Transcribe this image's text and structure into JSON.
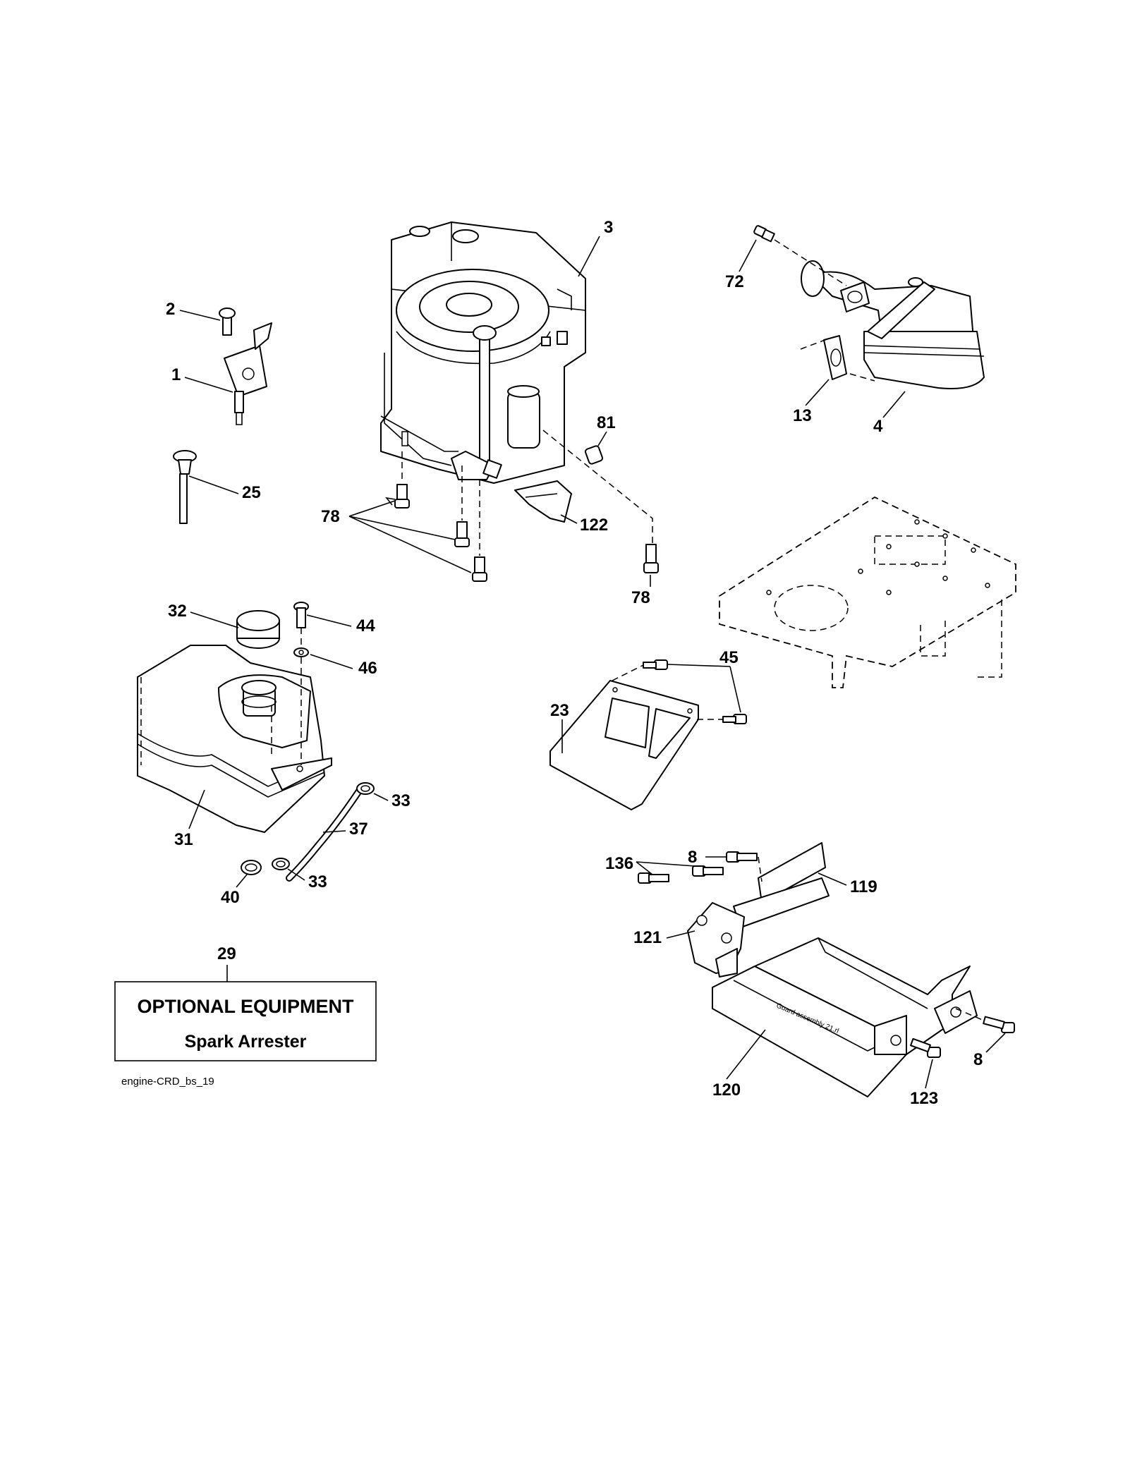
{
  "callouts": {
    "c1": "1",
    "c2": "2",
    "c3": "3",
    "c4": "4",
    "c8a": "8",
    "c8b": "8",
    "c13": "13",
    "c23": "23",
    "c25": "25",
    "c29": "29",
    "c31": "31",
    "c32": "32",
    "c33a": "33",
    "c33b": "33",
    "c37": "37",
    "c40": "40",
    "c44": "44",
    "c45": "45",
    "c46": "46",
    "c72": "72",
    "c78a": "78",
    "c78b": "78",
    "c81": "81",
    "c119": "119",
    "c120": "120",
    "c121": "121",
    "c122": "122",
    "c123": "123",
    "c136": "136"
  },
  "optional_box": {
    "title": "OPTIONAL EQUIPMENT",
    "subtitle": "Spark Arrester"
  },
  "diagram_code": "engine-CRD_bs_19",
  "guard_marking": "Guard assembly 21.rl"
}
